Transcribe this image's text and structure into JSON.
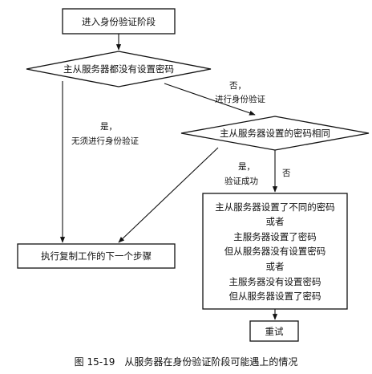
{
  "nodes": {
    "start": "进入身份验证阶段",
    "check_no_password": "主从服务器都没有设置密码",
    "check_same_password": "主从服务器设置的密码相同",
    "next_step": "执行复制工作的下一个步骤",
    "mismatch_lines": [
      "主从服务器设置了不同的密码",
      "或者",
      "主服务器设置了密码",
      "但从服务器没有设置密码",
      "或者",
      "主服务器没有设置密码",
      "但从服务器设置了密码"
    ],
    "retry": "重试"
  },
  "edges": {
    "no_password_no": [
      "否，",
      "进行身份验证"
    ],
    "no_password_yes": [
      "是，",
      "无须进行身份验证"
    ],
    "same_yes": [
      "是，",
      "验证成功"
    ],
    "same_no": "否"
  },
  "caption": "图 15-19　从服务器在身份验证阶段可能遇上的情况"
}
